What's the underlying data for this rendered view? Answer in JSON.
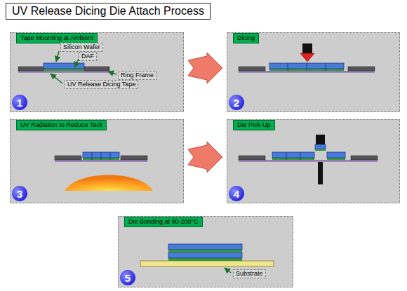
{
  "diagram": {
    "title": "UV Release Dicing Die Attach Process",
    "nodes": [
      {
        "text": [
          "Tape Mounting at Ambient"
        ]
      },
      {
        "text": [
          "1"
        ],
        "in": 0
      },
      {
        "text": [
          "Dicing"
        ]
      },
      {
        "text": [
          "2"
        ],
        "in": 2
      },
      {
        "text": [
          "UV Radiation to Reduce Tack"
        ]
      },
      {
        "text": [
          "3"
        ],
        "in": 4
      },
      {
        "text": [
          "Die Pick-Up"
        ]
      },
      {
        "text": [
          "4"
        ],
        "in": 6
      },
      {
        "text": [
          "Die Bonding at 90-200°C"
        ]
      },
      {
        "text": [
          "5"
        ],
        "in": 8
      }
    ],
    "edges": [
      {
        "from": 0,
        "to": 2,
        "arrow": "to"
      },
      {
        "from": 4,
        "to": 6,
        "arrow": "to"
      }
    ],
    "labels": [
      "Silicon Wafer",
      "DAF",
      "Ring Frame",
      "UV Release Dicing Tape",
      "Substrate"
    ]
  }
}
